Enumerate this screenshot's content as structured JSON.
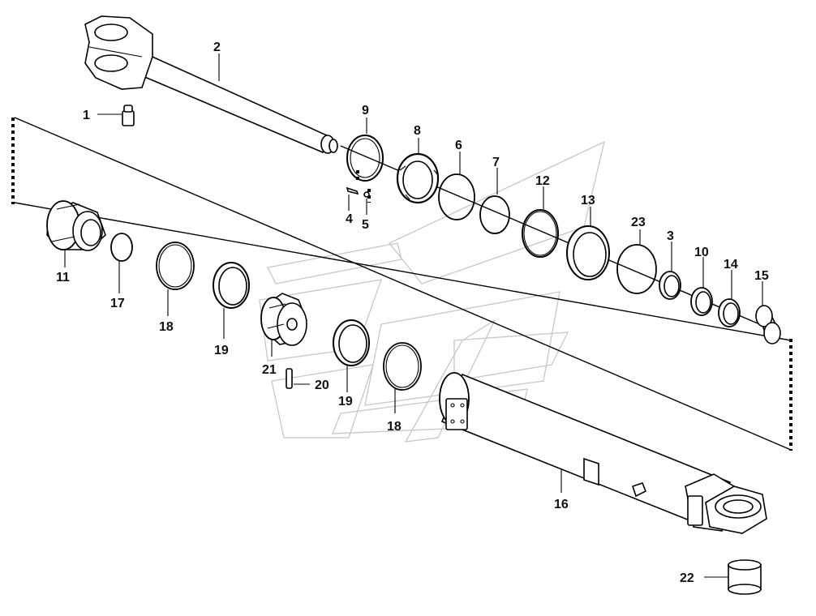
{
  "diagram": {
    "part_labels": [
      "1",
      "2",
      "3",
      "4",
      "5",
      "6",
      "7",
      "8",
      "9",
      "10",
      "11",
      "12",
      "13",
      "14",
      "15",
      "16",
      "17",
      "18",
      "18",
      "19",
      "19",
      "20",
      "21",
      "22",
      "23"
    ]
  }
}
